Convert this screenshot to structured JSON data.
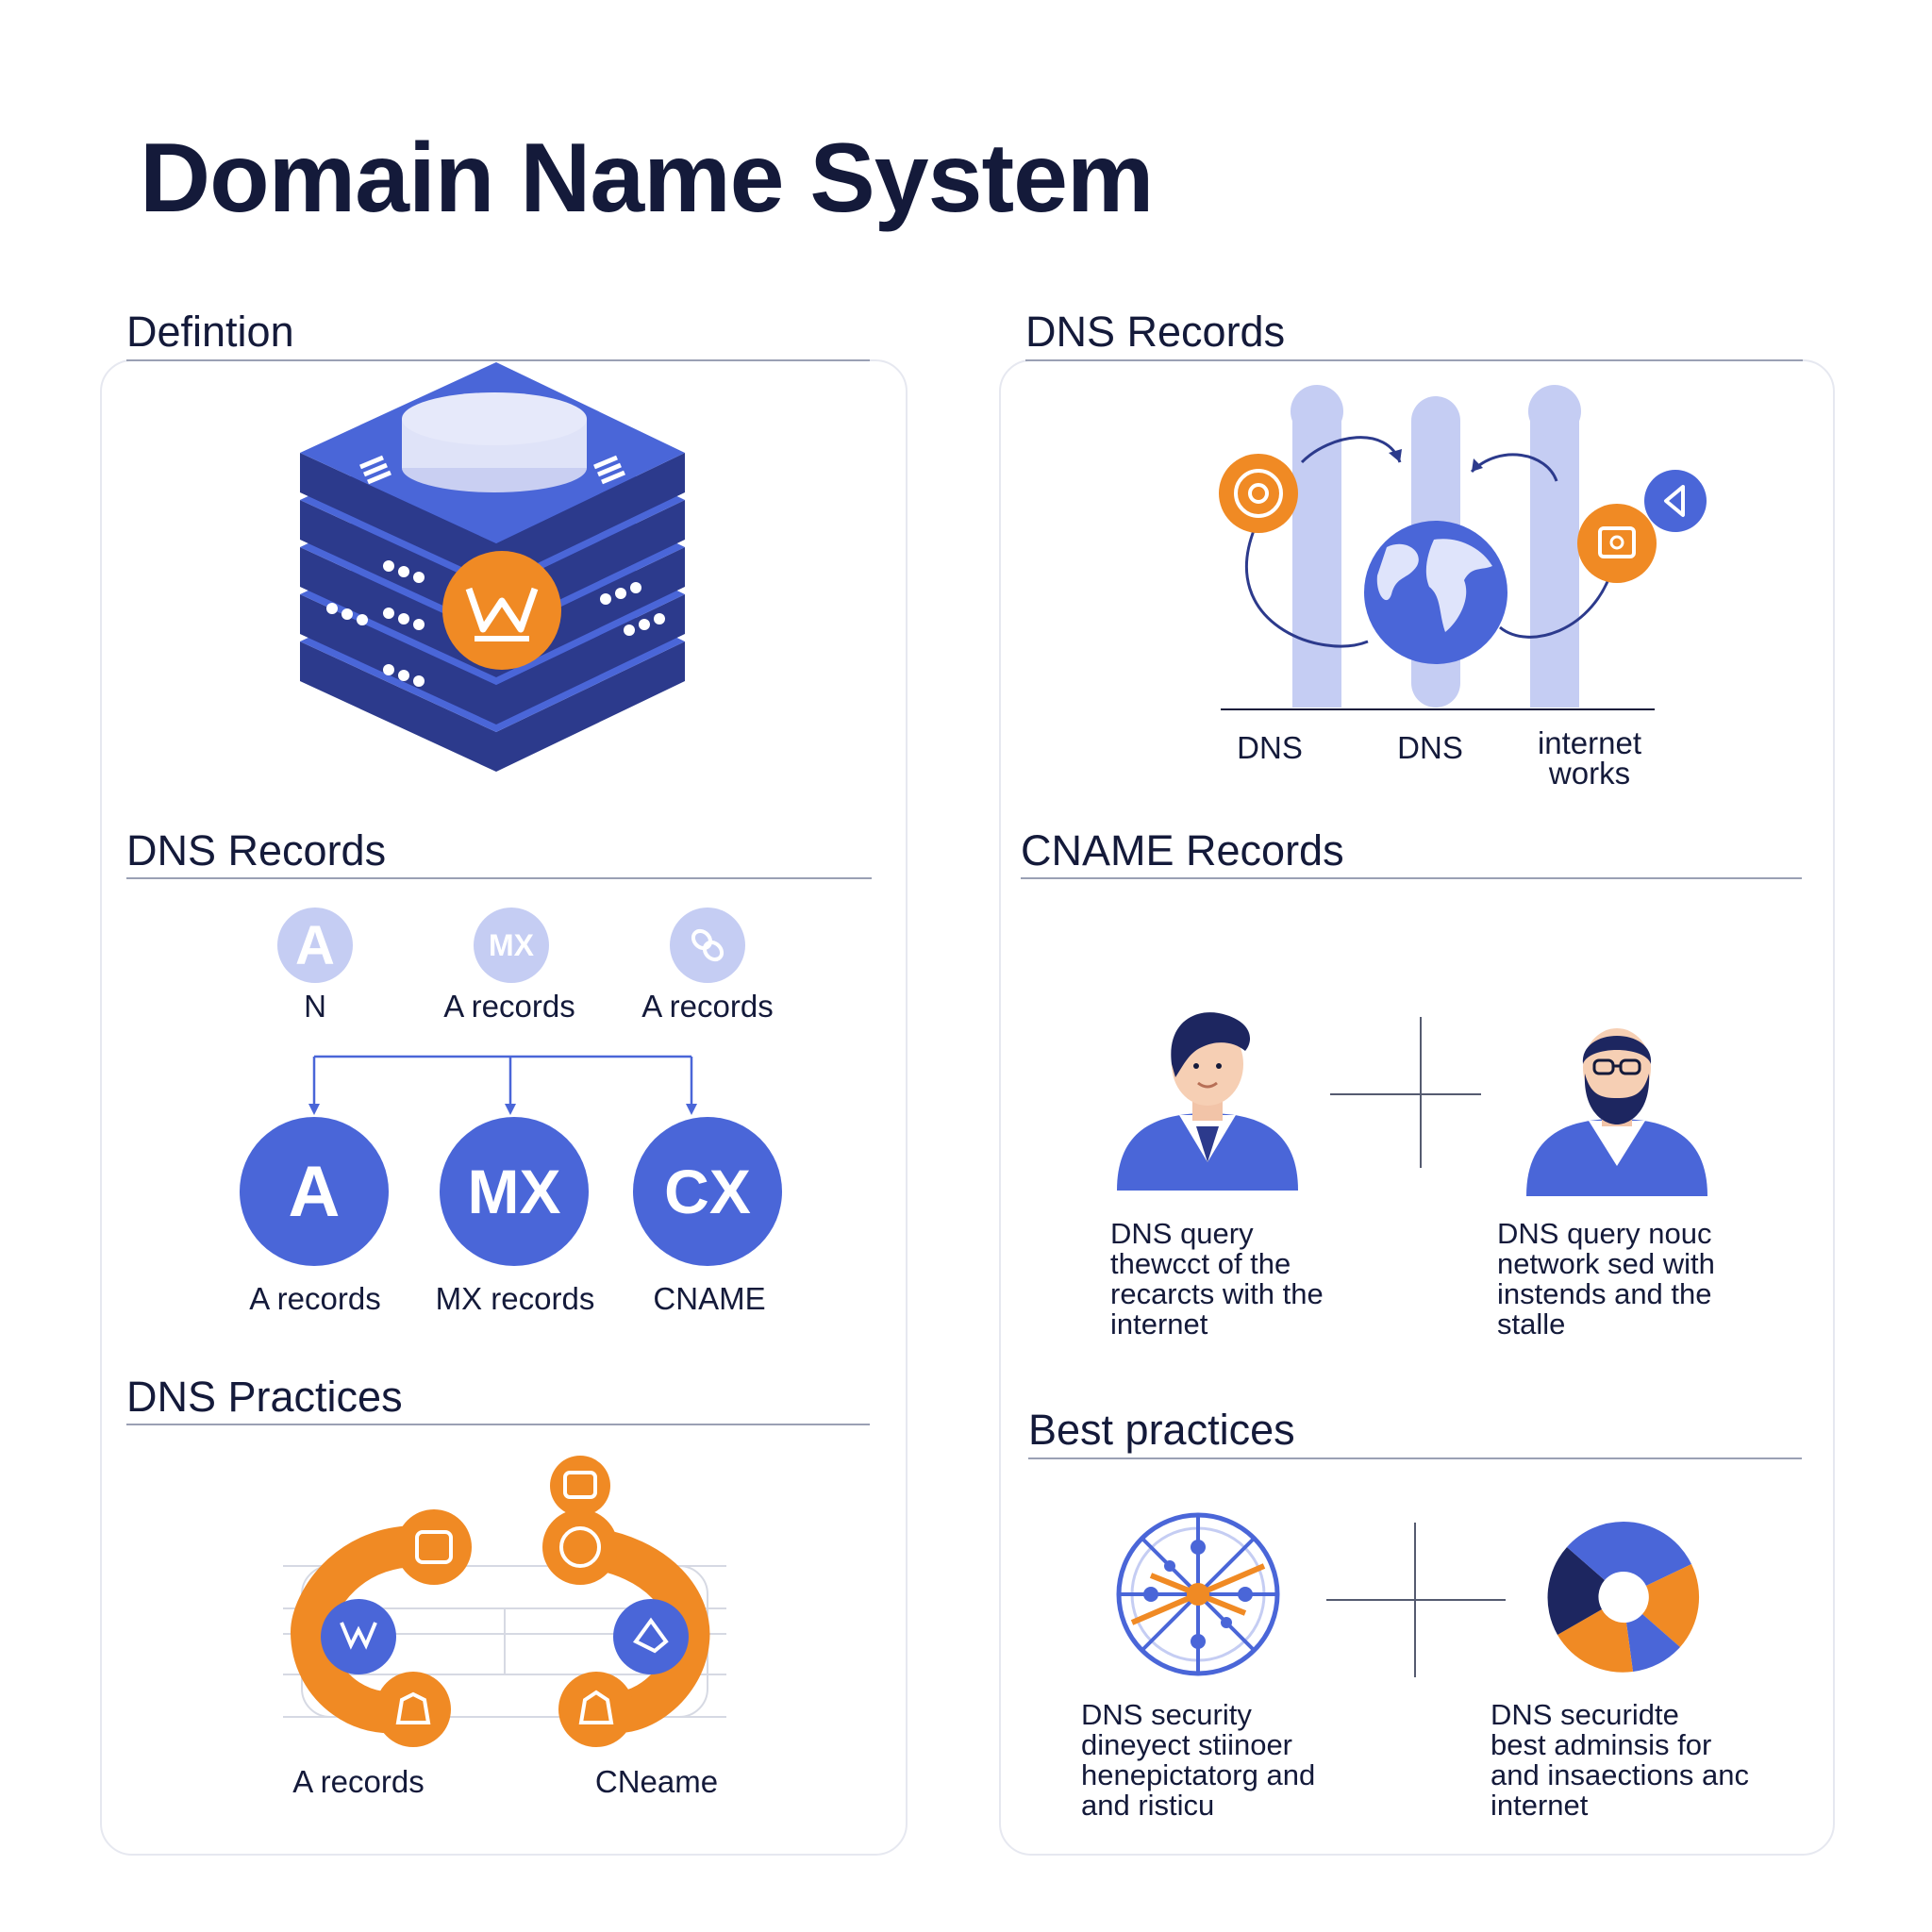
{
  "title": "Domain Name System",
  "colors": {
    "navy": "#141a3a",
    "blue": "#4a66d8",
    "dark_blue": "#2c3a8c",
    "light_blue": "#c5cdf3",
    "orange": "#f08a24"
  },
  "sections": {
    "definition": {
      "heading": "Defintion",
      "icons": [
        "server-stack-icon",
        "database-disc-icon",
        "crown-badge-icon"
      ]
    },
    "dns_records_top": {
      "heading": "DNS Records",
      "bars": [
        "DNS",
        "DNS",
        "internet\nworks"
      ],
      "icons": [
        "globe-icon",
        "gear-icon",
        "screen-icon",
        "speaker-icon"
      ]
    },
    "dns_records": {
      "heading": "DNS Records",
      "small_items": [
        {
          "glyph": "A",
          "label": "N"
        },
        {
          "glyph": "MX",
          "label": "A records"
        },
        {
          "glyph": "",
          "label": "A records",
          "icon": "link-icon"
        }
      ],
      "big_items": [
        {
          "glyph": "A",
          "label": "A records"
        },
        {
          "glyph": "MX",
          "label": "MX records"
        },
        {
          "glyph": "CX",
          "label": "CNAME"
        }
      ]
    },
    "cname_records": {
      "heading": "CNAME Records",
      "people": [
        {
          "icon": "person-icon",
          "text": "DNS query\nthewcct of the\nrecarcts with the\ninternet"
        },
        {
          "icon": "bearded-person-icon",
          "text": "DNS query nouc\nnetwork sed with\ninstends and the\nstalle"
        }
      ]
    },
    "dns_practices": {
      "heading": "DNS Practices",
      "labels": [
        "A records",
        "CNeame"
      ],
      "icons": [
        "orange-ring-icon",
        "badge-icon",
        "bell-icon"
      ]
    },
    "best_practices": {
      "heading": "Best practices",
      "items": [
        {
          "icon": "security-wheel-icon",
          "text": "DNS security\ndineyect stiinoer\nhenepictatorg and\nand risticu"
        },
        {
          "icon": "donut-chart-icon",
          "text": "DNS securidte\nbest adminsis for\nand insaections anc\ninternet"
        }
      ]
    }
  }
}
